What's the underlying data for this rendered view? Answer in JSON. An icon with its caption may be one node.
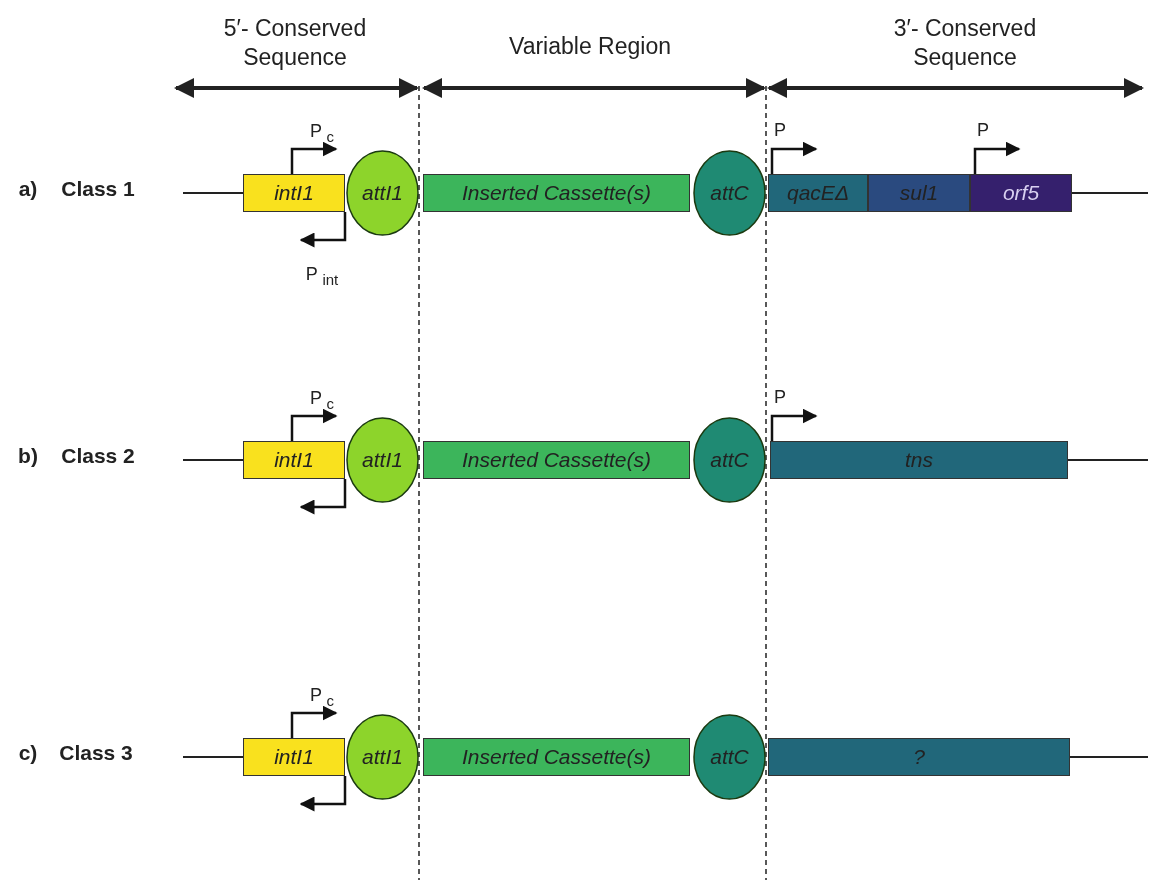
{
  "diagram": {
    "nodes": [
      {
        "text": [
          "intI1"
        ]
      },
      {
        "text": [
          "attI1"
        ]
      },
      {
        "text": [
          "Inserted Cassette(s)"
        ]
      },
      {
        "text": [
          "attC"
        ]
      },
      {
        "text": [
          "qacEΔ"
        ]
      },
      {
        "text": [
          "sul1"
        ]
      },
      {
        "text": [
          "orf5"
        ]
      },
      {
        "text": [
          "intI1"
        ]
      },
      {
        "text": [
          "attI1"
        ]
      },
      {
        "text": [
          "Inserted Cassette(s)"
        ]
      },
      {
        "text": [
          "attC"
        ]
      },
      {
        "text": [
          "tns"
        ]
      },
      {
        "text": [
          "intI1"
        ]
      },
      {
        "text": [
          "attI1"
        ]
      },
      {
        "text": [
          "Inserted Cassette(s)"
        ]
      },
      {
        "text": [
          "attC"
        ]
      },
      {
        "text": [
          "?"
        ]
      }
    ],
    "labels": [
      "5′- Conserved Sequence",
      "Variable Region",
      "3′- Conserved Sequence",
      "a)",
      "Class 1",
      "P $_{c}$",
      "P",
      "P",
      "P $_{int}$",
      "b)",
      "Class 2",
      "P $_{c}$",
      "P",
      "c)",
      "Class 3",
      "P $_{c}$"
    ]
  }
}
